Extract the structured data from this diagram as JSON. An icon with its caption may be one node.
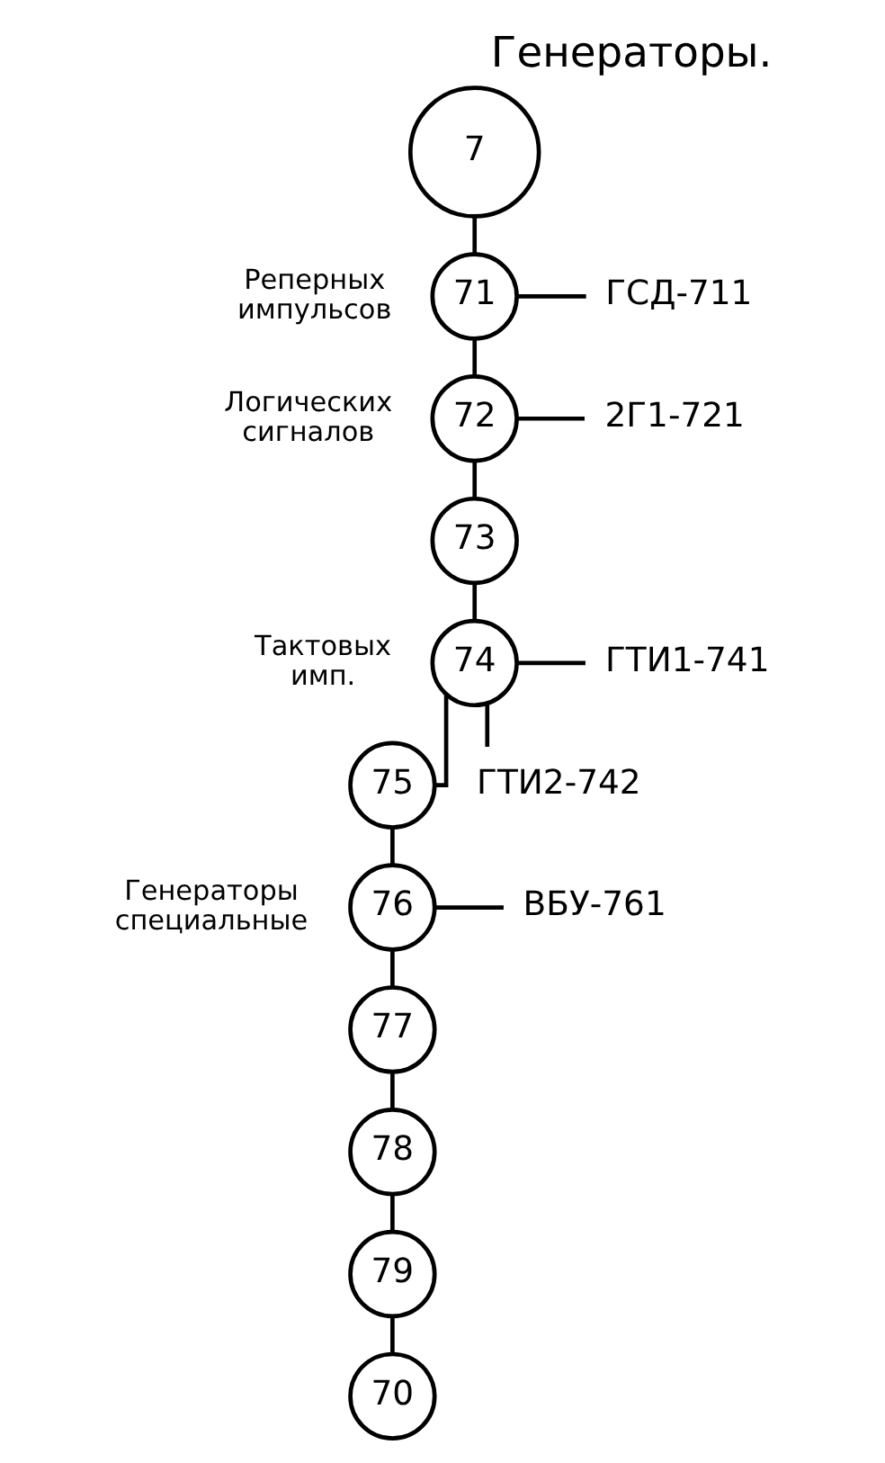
{
  "diagram": {
    "title": "Генераторы.",
    "nodes": [
      {
        "text": [
          "7"
        ]
      },
      {
        "text": [
          "71"
        ],
        "beside": [
          "Реперных импульсов"
        ]
      },
      {
        "text": [
          "72"
        ],
        "beside": [
          "Логических сигналов"
        ]
      },
      {
        "text": [
          "73"
        ]
      },
      {
        "text": [
          "74"
        ],
        "beside": [
          "Тактовых имп."
        ]
      },
      {
        "text": [
          "75"
        ]
      },
      {
        "text": [
          "76"
        ],
        "beside": [
          "Генераторы специальные"
        ]
      },
      {
        "text": [
          "77"
        ]
      },
      {
        "text": [
          "78"
        ]
      },
      {
        "text": [
          "79"
        ]
      },
      {
        "text": [
          "70"
        ]
      },
      {
        "text": [
          "ГСД-711"
        ]
      },
      {
        "text": [
          "2Г1-721"
        ]
      },
      {
        "text": [
          "ГТИ1-741"
        ]
      },
      {
        "text": [
          "ГТИ2-742"
        ]
      },
      {
        "text": [
          "ВБУ-761"
        ]
      }
    ],
    "edges": [
      {
        "from": 0,
        "to": 1,
        "arrow": "none"
      },
      {
        "from": 1,
        "to": 2,
        "arrow": "none"
      },
      {
        "from": 2,
        "to": 3,
        "arrow": "none"
      },
      {
        "from": 3,
        "to": 4,
        "arrow": "none"
      },
      {
        "from": 4,
        "to": 5,
        "arrow": "none"
      },
      {
        "from": 5,
        "to": 6,
        "arrow": "none"
      },
      {
        "from": 6,
        "to": 7,
        "arrow": "none"
      },
      {
        "from": 7,
        "to": 8,
        "arrow": "none"
      },
      {
        "from": 8,
        "to": 9,
        "arrow": "none"
      },
      {
        "from": 9,
        "to": 10,
        "arrow": "none"
      },
      {
        "from": 1,
        "to": 11,
        "arrow": "none"
      },
      {
        "from": 2,
        "to": 12,
        "arrow": "none"
      },
      {
        "from": 4,
        "to": 13,
        "arrow": "none"
      },
      {
        "from": 4,
        "to": 14,
        "arrow": "none"
      },
      {
        "from": 6,
        "to": 15,
        "arrow": "none"
      }
    ]
  }
}
